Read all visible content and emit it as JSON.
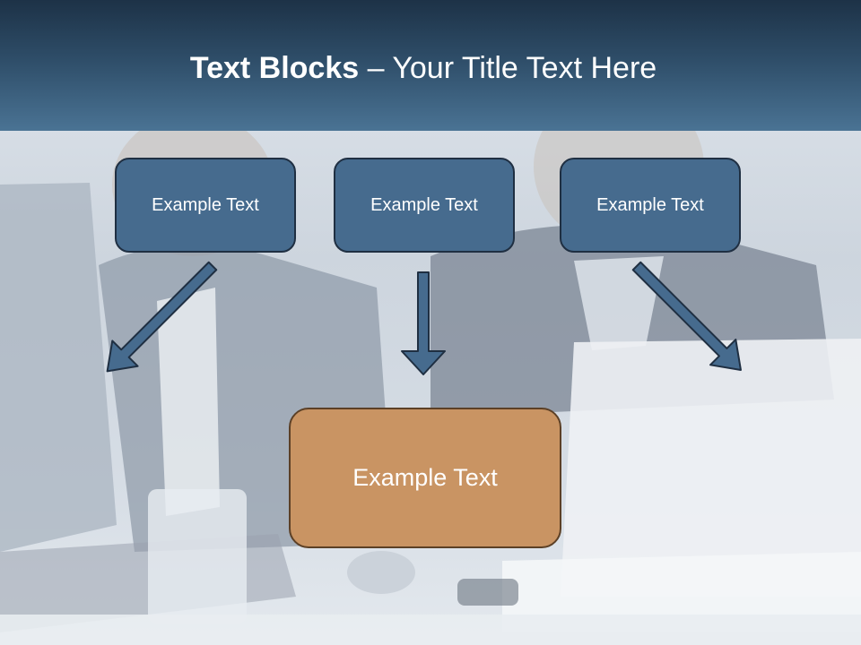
{
  "title": {
    "bold": "Text Blocks",
    "rest": " – Your Title Text Here"
  },
  "boxes": {
    "top": [
      {
        "label": "Example Text"
      },
      {
        "label": "Example Text"
      },
      {
        "label": "Example Text"
      }
    ],
    "target": {
      "label": "Example Text"
    }
  },
  "colors": {
    "header_dark": "#1d3247",
    "header_light": "#4a7394",
    "box_blue": "#466b8e",
    "box_blue_border": "#1f2f42",
    "box_orange": "#c99463",
    "box_orange_border": "#5c4026",
    "arrow_fill": "#466b8e",
    "arrow_stroke": "#1f2f42"
  }
}
